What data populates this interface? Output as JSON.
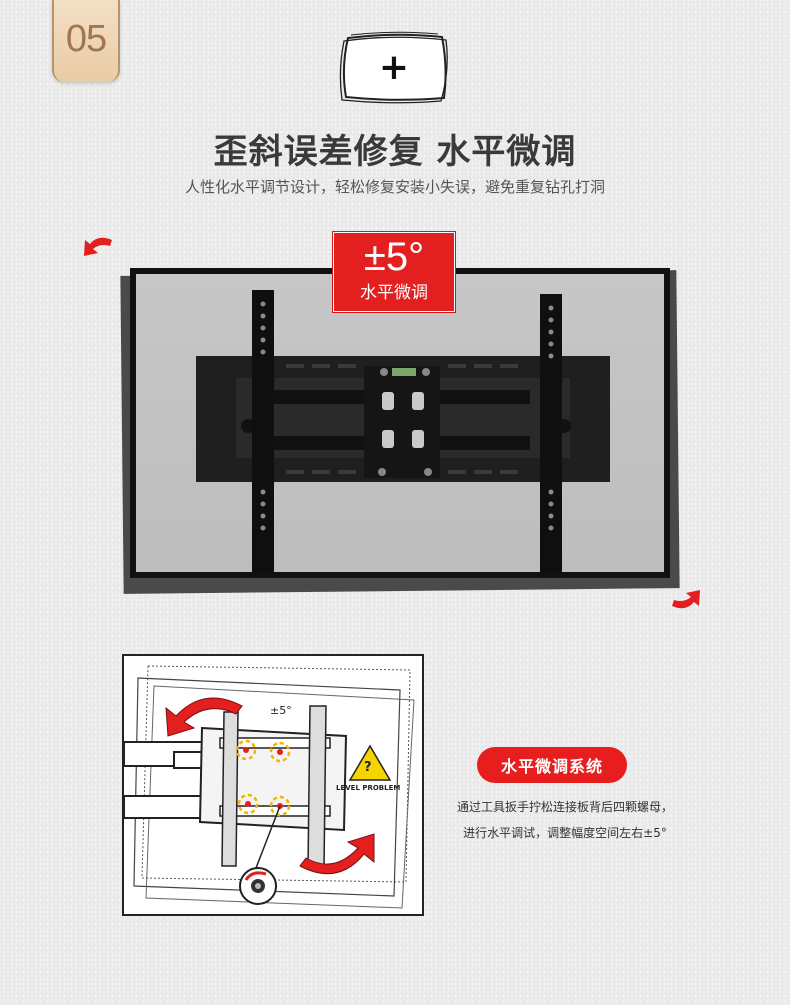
{
  "section_number": "05",
  "plus_symbol": "+",
  "title": "歪斜误差修复 水平微调",
  "subtitle": "人性化水平调节设计，轻松修复安装小失误，避免重复钻孔打洞",
  "badge": {
    "angle": "±5°",
    "label": "水平微调"
  },
  "diagram": {
    "angle_label": "±5°",
    "warning_mark": "?",
    "warning_caption": "LEVEL PROBLEM"
  },
  "feature": {
    "title": "水平微调系统",
    "line1": "通过工具扳手拧松连接板背后四颗螺母，",
    "line2": "进行水平调试，调整幅度空间左右±5°"
  },
  "colors": {
    "accent_red": "#e41f1f",
    "tag_bg": "#ecd1ae",
    "tag_text": "#a07650",
    "frame": "#111111"
  },
  "icons": [
    "rotate-left-arrow-icon",
    "rotate-right-arrow-icon",
    "warning-triangle-icon",
    "wrench-nut-icon"
  ]
}
